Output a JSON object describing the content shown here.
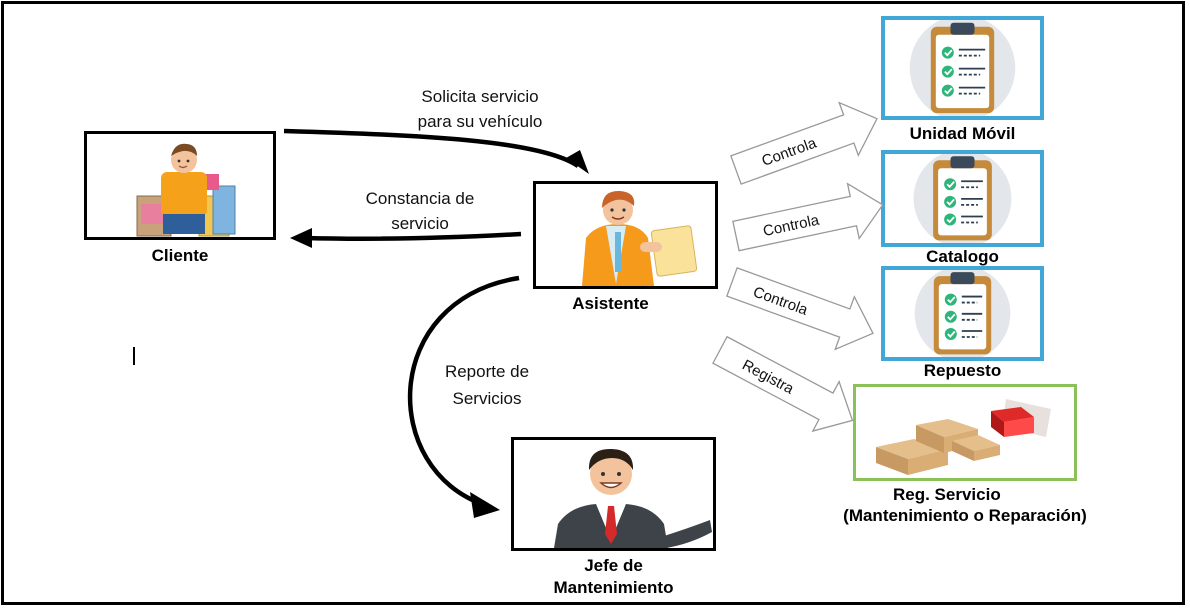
{
  "actors": {
    "cliente": "Cliente",
    "asistente": "Asistente",
    "jefe_line1": "Jefe de",
    "jefe_line2": "Mantenimiento"
  },
  "flows": {
    "solicita_line1": "Solicita servicio",
    "solicita_line2": "para su vehículo",
    "constancia_line1": "Constancia de",
    "constancia_line2": "servicio",
    "reporte_line1": "Reporte de",
    "reporte_line2": "Servicios"
  },
  "arrows": {
    "controla_1": "Controla",
    "controla_2": "Controla",
    "controla_3": "Controla",
    "registra": "Registra"
  },
  "entities": {
    "unidad_movil": "Unidad Móvil",
    "catalogo": "Catalogo",
    "repuesto": "Repuesto",
    "reg_servicio_line1": "Reg. Servicio",
    "reg_servicio_line2": "(Mantenimiento o Reparación)"
  },
  "colors": {
    "clipboard_border": "#41a7d6",
    "servicio_border": "#8cc15a",
    "check_green": "#2db57a",
    "shirt_orange": "#f5a21a",
    "tie_red": "#d42a2a"
  }
}
